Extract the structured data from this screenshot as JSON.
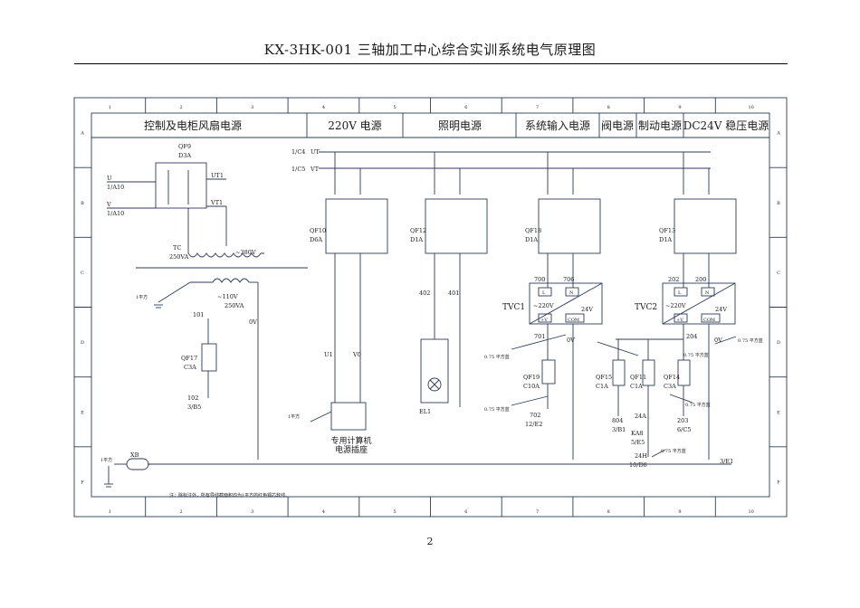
{
  "document": {
    "title": "KX-3HK-001 三轴加工中心综合实训系统电气原理图",
    "page_number": "2",
    "note": "注：除标注外，所有导线截面积均为1平方的红色铜芯软线。"
  },
  "frame": {
    "columns": [
      "1",
      "2",
      "3",
      "4",
      "5",
      "6",
      "7",
      "8",
      "9",
      "10"
    ],
    "rows": [
      "A",
      "B",
      "C",
      "D",
      "E",
      "F"
    ]
  },
  "sections": [
    "控制及电柜风扇电源",
    "220V 电源",
    "照明电源",
    "系统输入电源",
    "阀电源",
    "制动电源",
    "DC24V 稳压电源"
  ],
  "supply": {
    "u_label": "U",
    "u_ref": "1/A10",
    "v_label": "V",
    "v_ref": "1/A10",
    "ut_label": "UT1",
    "vt_label": "VT1",
    "bus_u_ref": "1/C4",
    "bus_u": "UT",
    "bus_v_ref": "1/C5",
    "bus_v": "VT"
  },
  "fan_power": {
    "qf9": "QF9",
    "qf9_rating": "D3A",
    "tc_label": "TC",
    "tc_power": "250VA",
    "tc_voltage": "~380V",
    "tc2_voltage": "~110V",
    "tc2_power": "250VA",
    "ground_label": "1平方",
    "w101": "101",
    "w0v": "0V",
    "qf17": "QF17",
    "qf17_rating": "C3A",
    "w102": "102",
    "w102_ref": "3/B5"
  },
  "power220": {
    "qf10": "QF10",
    "qf10_rating": "D6A",
    "u1": "U1",
    "v0": "V0",
    "ground_label": "1平方",
    "socket_line1": "专用计算机",
    "socket_line2": "电源插座"
  },
  "lighting": {
    "qf12": "QF12",
    "qf12_rating": "D1A",
    "w402": "402",
    "w401": "401",
    "el1": "EL1"
  },
  "system_input": {
    "qf18": "QF18",
    "qf18_rating": "D1A",
    "w700": "700",
    "w706": "706",
    "term_l": "L",
    "term_n": "N",
    "tvc": "TVC1",
    "ac_in": "~220V",
    "dc_out": "24V",
    "term_pos": "+V",
    "term_com": "COM",
    "w701": "701",
    "w0v": "0V",
    "wire_075a": "0.75 平方蓝",
    "qf19": "QF19",
    "qf19_rating": "C10A",
    "wire_075b": "0.75 平方蓝",
    "w702": "702",
    "w702_ref": "12/E2"
  },
  "dc24": {
    "qf13": "QF13",
    "qf13_rating": "D1A",
    "w202": "202",
    "w200": "200",
    "term_l": "L",
    "term_n": "N",
    "tvc": "TVC2",
    "ac_in": "~220V",
    "dc_out": "24V",
    "term_pos": "+V",
    "term_com": "COM",
    "wire_075a": "0.75 平方蓝",
    "w204": "204",
    "w0v": "0V",
    "wire_075b": "0.75 平方蓝",
    "qf15": "QF15",
    "qf15_rating": "C1A",
    "qf11": "QF11",
    "qf11_rating": "C1A",
    "qf14": "QF14",
    "qf14_rating": "C3A",
    "w804": "804",
    "w804_ref": "3/B1",
    "w24a": "24A",
    "ka8": "KA8",
    "ka8_ref": "5/E5",
    "w203": "203",
    "w203_ref": "6/C5",
    "wire_075c": "0.75 平方蓝",
    "w24h": "24H",
    "w24h_ref": "10/D8",
    "ref_3e1": "3/E1"
  },
  "bottom": {
    "ground_label": "1平方",
    "xb": "XB"
  }
}
